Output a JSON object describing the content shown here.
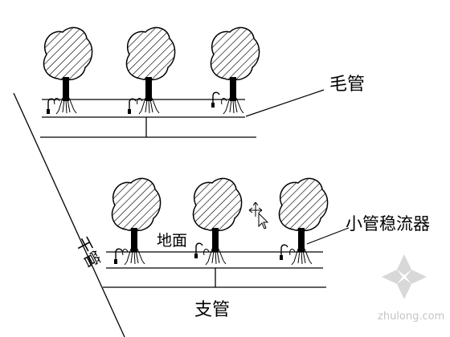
{
  "labels": {
    "capillary_pipe": "毛管",
    "emitter": "小管稳流器",
    "ground": "地面",
    "main_pipe": "干管",
    "branch_pipe": "支管"
  },
  "watermark": {
    "text": "zhulong.com",
    "color": "#c4c4c4"
  },
  "colors": {
    "line": "#000000",
    "background": "#ffffff"
  }
}
